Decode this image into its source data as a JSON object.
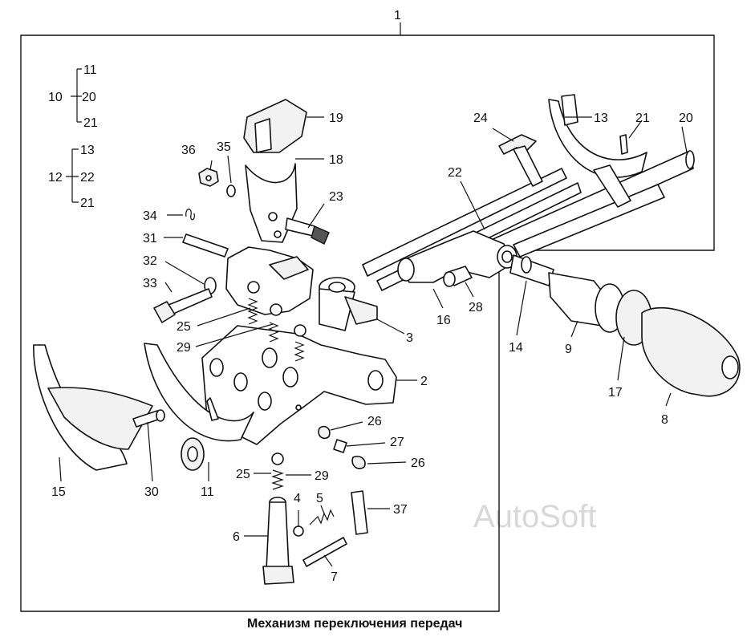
{
  "caption": "Механизм переключения передач",
  "watermark": "AutoSoft",
  "labels": {
    "l1": "1",
    "l2": "2",
    "l3": "3",
    "l4": "4",
    "l5": "5",
    "l6": "6",
    "l7": "7",
    "l8": "8",
    "l9": "9",
    "l10": "10",
    "l10a": "11",
    "l10b": "20",
    "l10c": "21",
    "l11": "11",
    "l12": "12",
    "l12a": "13",
    "l12b": "22",
    "l12c": "21",
    "l13": "13",
    "l14": "14",
    "l15": "15",
    "l16": "16",
    "l17": "17",
    "l18": "18",
    "l19": "19",
    "l20": "20",
    "l21": "21",
    "l22": "22",
    "l23": "23",
    "l24": "24",
    "l25a": "25",
    "l25b": "25",
    "l26a": "26",
    "l26b": "26",
    "l27": "27",
    "l28": "28",
    "l29a": "29",
    "l29b": "29",
    "l30": "30",
    "l31": "31",
    "l32": "32",
    "l33": "33",
    "l34": "34",
    "l35": "35",
    "l36": "36",
    "l37": "37"
  }
}
